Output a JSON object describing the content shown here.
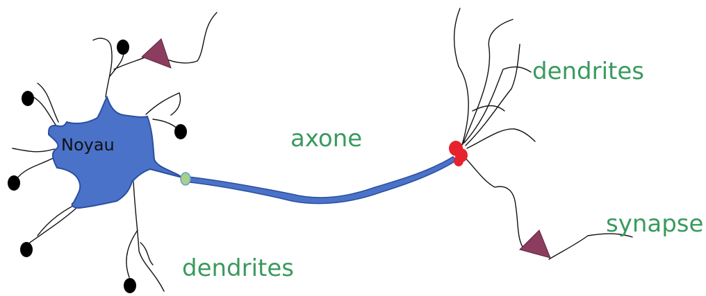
{
  "labels": {
    "nucleus": "Noyau",
    "axon": "axone",
    "dendrites_right": "dendrites",
    "synapse": "synapse",
    "dendrites_bottom": "dendrites"
  },
  "colors": {
    "soma_fill": "#4a72c8",
    "soma_stroke": "#2b4f9e",
    "axon_fill": "#4a72c8",
    "label_green": "#3a9a5e",
    "terminal_red": "#e8212e",
    "hillock_green": "#a8d08d",
    "triangle_fill": "#8c3d5f",
    "line": "#111111"
  }
}
